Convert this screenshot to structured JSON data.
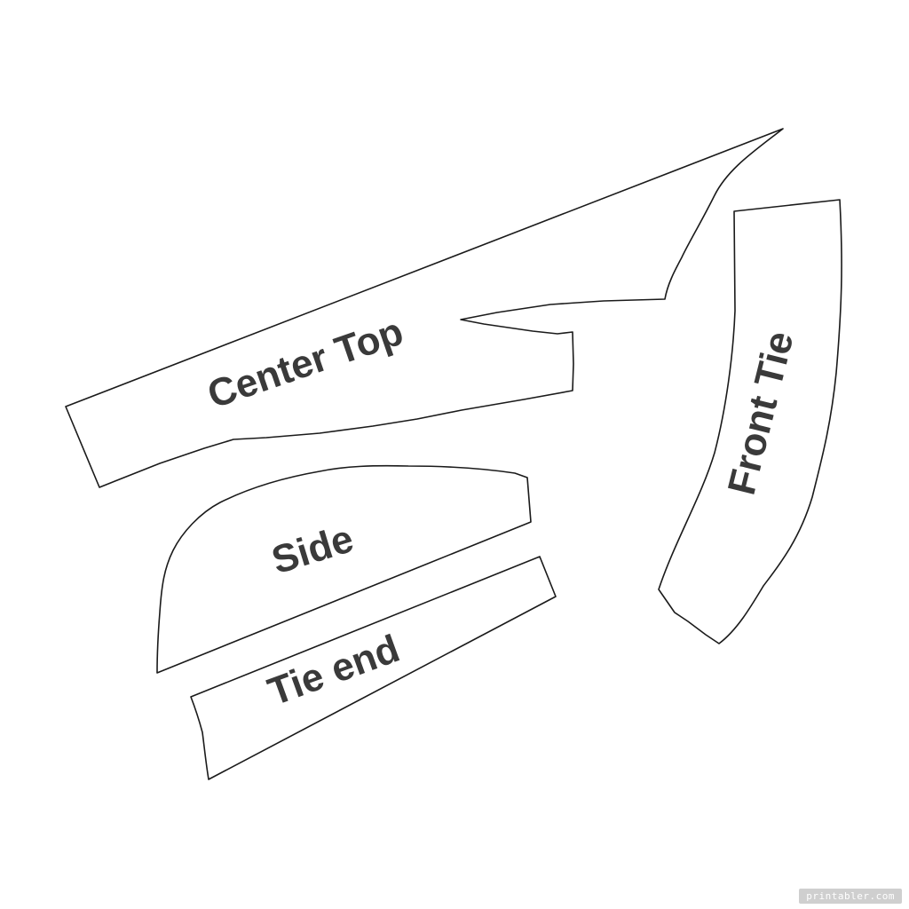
{
  "pieces": {
    "center_top": "Center Top",
    "front_tie": "Front Tie",
    "side": "Side",
    "tie_end": "Tie end"
  },
  "watermark": "printabler.com"
}
